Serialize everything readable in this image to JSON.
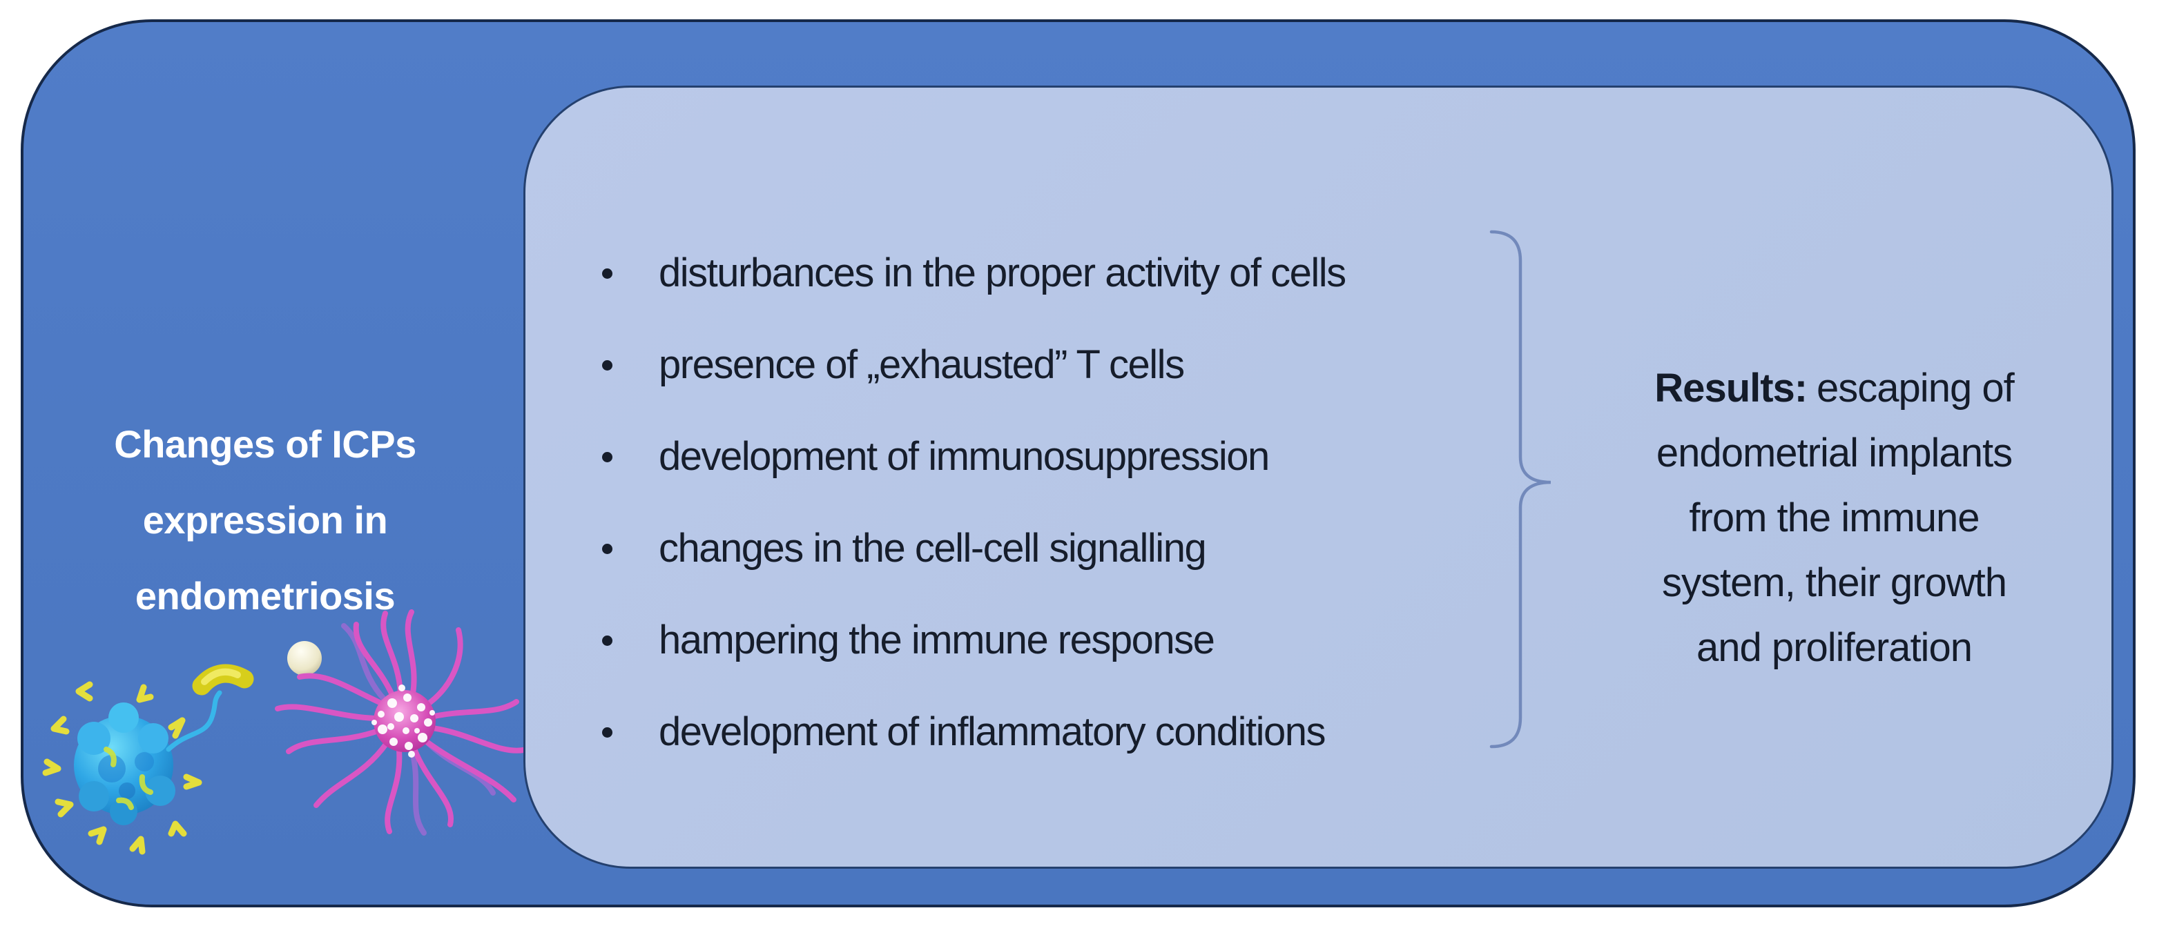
{
  "title": {
    "lines": [
      "Changes of ICPs",
      "expression in",
      "endometriosis"
    ]
  },
  "list": {
    "items": [
      "disturbances in the proper activity of cells",
      "presence of „exhausted” T cells",
      "development of immunosuppression",
      "changes in the cell-cell signalling",
      "hampering the immune response",
      "development of inflammatory conditions"
    ]
  },
  "results": {
    "label": "Results:",
    "lines": [
      "escaping of",
      "endometrial implants",
      "from the immune",
      "system, their growth",
      "and proliferation"
    ]
  },
  "illustration": {
    "icons": [
      "t-cell-icon",
      "cytokine-bean-icon",
      "signal-squiggle-icon",
      "vesicle-sphere-icon",
      "dendritic-cell-icon"
    ]
  },
  "colors": {
    "outer_panel_fill": "#4b77c2",
    "outer_panel_border": "#16294a",
    "inner_panel_fill": "#b5c6e6",
    "inner_panel_border": "#24406e",
    "title_text": "#ffffff",
    "body_text": "#161d2b",
    "brace_stroke": "#7289bb",
    "t_cell_blue": "#2fa7e6",
    "dendritic_pink": "#d54cb6",
    "cytokine_yellow": "#ddd41f",
    "background": "#ffffff"
  }
}
